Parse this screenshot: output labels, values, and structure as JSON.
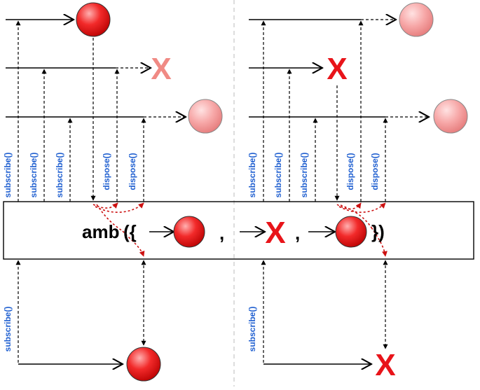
{
  "colors": {
    "line": "#000000",
    "divider": "#bbbbbb",
    "dispose_arrow": "#cc1111",
    "subscribe_label": "#1f5fd0",
    "error_x": "#e8141a",
    "error_x_faded": "#f08a84",
    "item_red": "#e41b1b",
    "item_faded": "#f6a0a0"
  },
  "operator": {
    "name": "amb",
    "open": "({",
    "comma": ",",
    "close": "})"
  },
  "labels": {
    "subscribe": "subscribe()",
    "dispose": "dispose()"
  },
  "marks": {
    "error": "X"
  },
  "panels": [
    {
      "id": "left",
      "winner": "item",
      "description": "first source emits an item first"
    },
    {
      "id": "right",
      "winner": "error",
      "description": "second source errors first"
    }
  ]
}
